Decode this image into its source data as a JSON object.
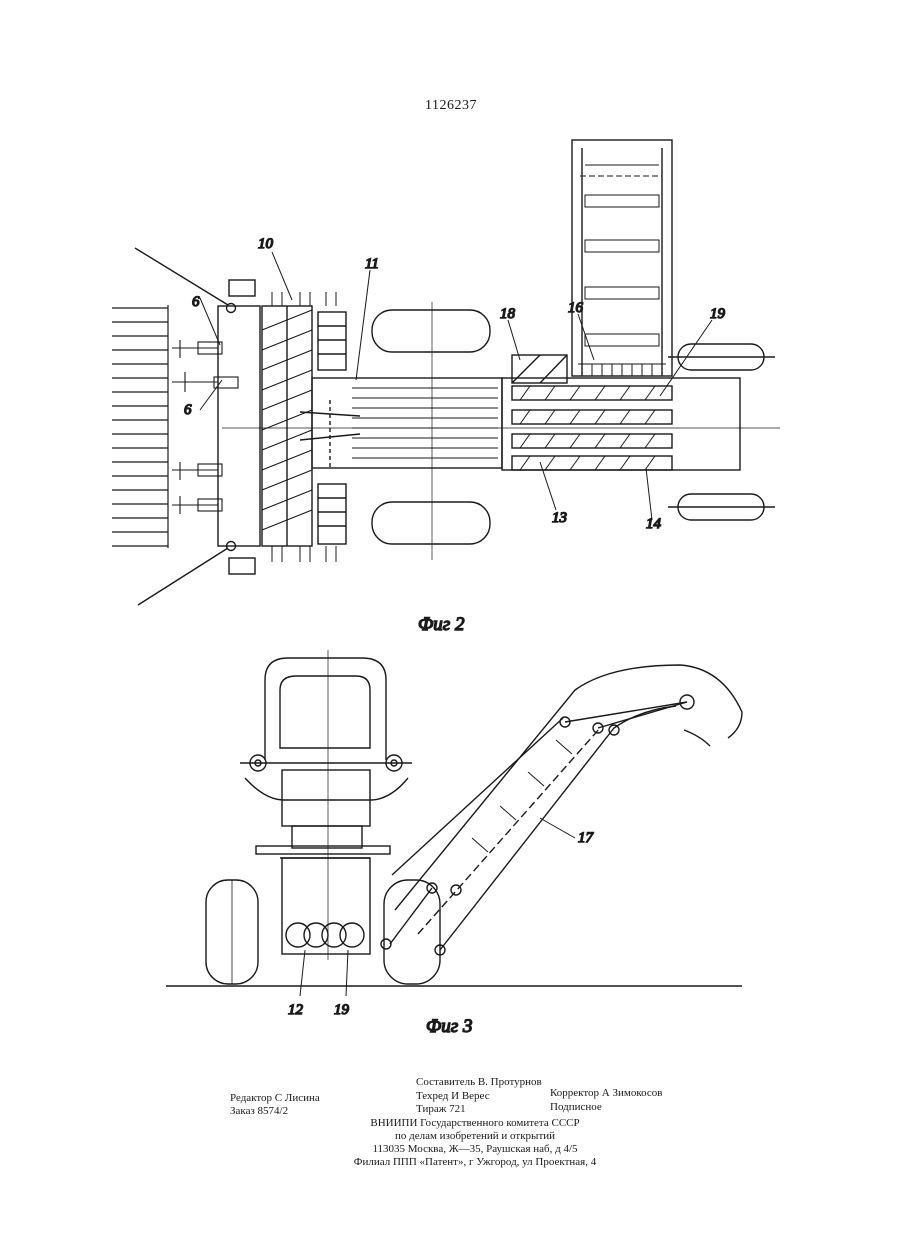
{
  "header": {
    "patent_number": "1126237"
  },
  "figure2": {
    "caption": "Фиг 2",
    "labels": [
      "10",
      "11",
      "6",
      "6",
      "18",
      "16",
      "19",
      "13",
      "14"
    ]
  },
  "figure3": {
    "caption": "Фиг 3",
    "labels": [
      "17",
      "12",
      "19"
    ]
  },
  "colophon": {
    "compiler": "Составитель В. Протурнов",
    "editor": "Редактор С Лисина",
    "techred": "Техред И Верес",
    "corrector": "Корректор А Зимокосов",
    "order": "Заказ 8574/2",
    "circulation": "Тираж 721",
    "subscription": "Подписное",
    "org_line1": "ВНИИПИ Государственного комитета СССР",
    "org_line2": "по делам изобретений и открытий",
    "address": "113035 Москва, Ж—35, Раушская наб, д 4/5",
    "branch": "Филиал ППП «Патент», г Ужгород, ул Проектная, 4"
  }
}
